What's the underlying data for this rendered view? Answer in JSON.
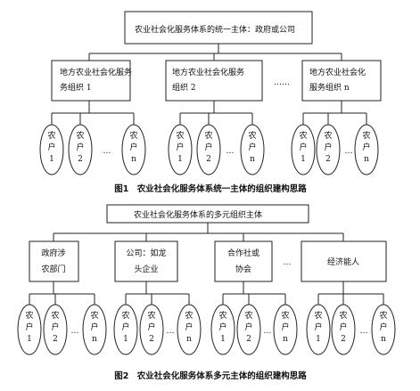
{
  "figure1": {
    "root": "农业社会化服务体系的统一主体：政府或公司",
    "orgs": [
      [
        "地方农业社会化服务",
        "务组织 1"
      ],
      [
        "地方农业社会化服务",
        "组织 2"
      ],
      [
        "地方农业社会化",
        "服务组织 n"
      ]
    ],
    "gap_dots": "……",
    "caption": "图1　农业社会化服务体系统一主体的组织建构思路"
  },
  "figure2": {
    "root": "农业社会化服务体系的多元组织主体",
    "orgs": [
      [
        "政府涉",
        "农部门"
      ],
      [
        "公司：如龙",
        "头企业"
      ],
      [
        "合作社或",
        "协会"
      ],
      [
        "经济能人"
      ]
    ],
    "gap_dots": "…",
    "caption": "图2　农业社会化服务体系多元主体的组织建构思路"
  },
  "farmer": {
    "top": "农",
    "mid": "户",
    "labels": [
      "1",
      "2",
      "n"
    ]
  },
  "farmer_gap": "…"
}
